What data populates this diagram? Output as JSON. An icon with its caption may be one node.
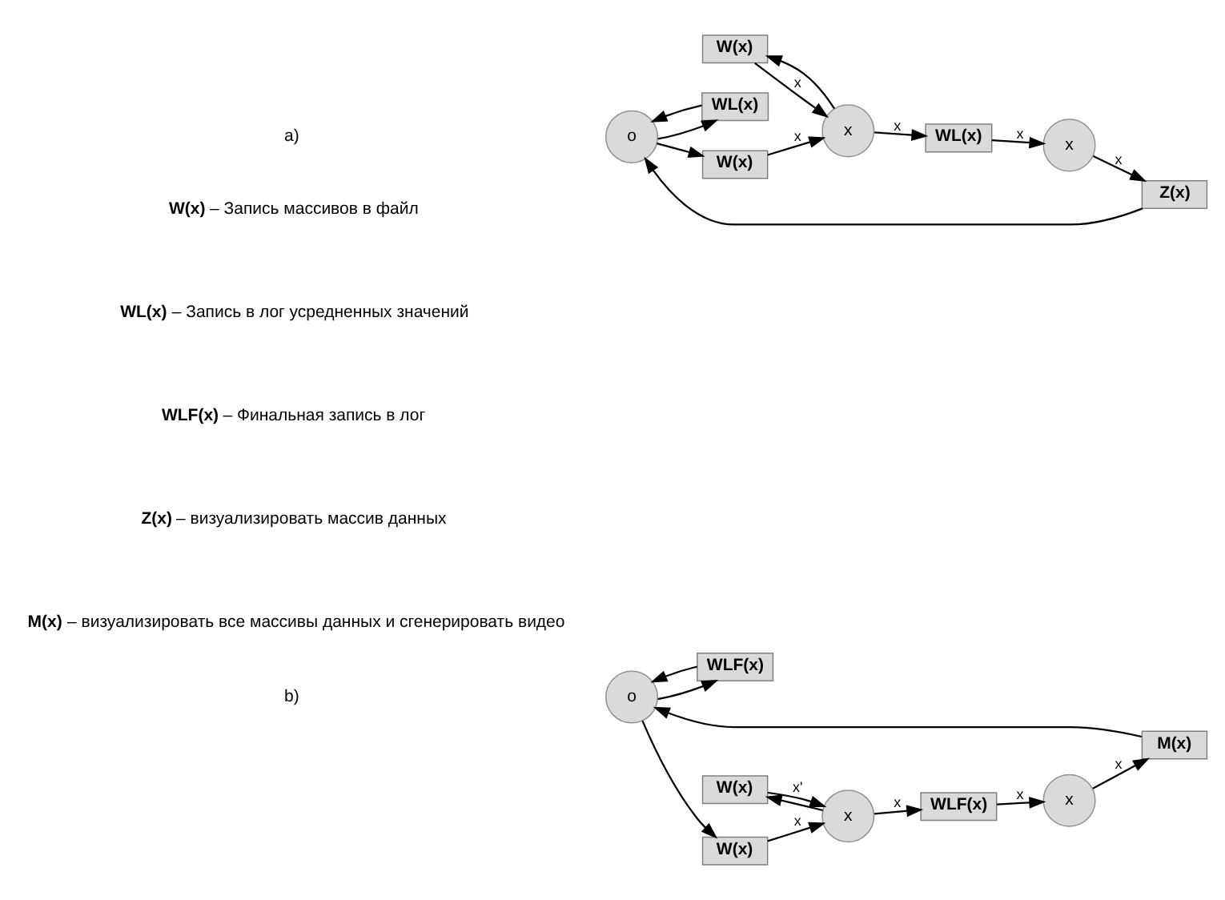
{
  "diagram": {
    "nodes": [
      {
        "text": [
          "o"
        ]
      },
      {
        "text": [
          "WL(x)"
        ]
      },
      {
        "text": [
          "W(x)"
        ]
      },
      {
        "text": [
          "W(x)"
        ]
      },
      {
        "text": [
          "x"
        ]
      },
      {
        "text": [
          "WL(x)"
        ]
      },
      {
        "text": [
          "x"
        ]
      },
      {
        "text": [
          "Z(x)"
        ]
      },
      {
        "text": [
          "o"
        ]
      },
      {
        "text": [
          "WLF(x)"
        ]
      },
      {
        "text": [
          "W(x)"
        ]
      },
      {
        "text": [
          "W(x)"
        ]
      },
      {
        "text": [
          "x"
        ]
      },
      {
        "text": [
          "WLF(x)"
        ]
      },
      {
        "text": [
          "x"
        ]
      },
      {
        "text": [
          "M(x)"
        ]
      }
    ],
    "edges": [
      {
        "from": 1,
        "to": 0,
        "arrow": "to"
      },
      {
        "from": 0,
        "to": 1,
        "arrow": "to"
      },
      {
        "from": 0,
        "to": 3,
        "arrow": "to"
      },
      {
        "from": 3,
        "to": 4,
        "arrow": "to",
        "label": "x"
      },
      {
        "from": 2,
        "to": 4,
        "arrow": "to",
        "label": "x"
      },
      {
        "from": 4,
        "to": 2,
        "arrow": "to"
      },
      {
        "from": 4,
        "to": 5,
        "arrow": "to",
        "label": "x"
      },
      {
        "from": 5,
        "to": 6,
        "arrow": "to",
        "label": "x"
      },
      {
        "from": 6,
        "to": 7,
        "arrow": "to",
        "label": "x"
      },
      {
        "from": 7,
        "to": 0,
        "arrow": "to"
      },
      {
        "from": 9,
        "to": 8,
        "arrow": "to"
      },
      {
        "from": 8,
        "to": 9,
        "arrow": "to"
      },
      {
        "from": 8,
        "to": 11,
        "arrow": "to"
      },
      {
        "from": 11,
        "to": 12,
        "arrow": "to",
        "label": "x"
      },
      {
        "from": 10,
        "to": 12,
        "arrow": "to",
        "label": "x'"
      },
      {
        "from": 12,
        "to": 10,
        "arrow": "to"
      },
      {
        "from": 12,
        "to": 13,
        "arrow": "to",
        "label": "x"
      },
      {
        "from": 13,
        "to": 14,
        "arrow": "to",
        "label": "x"
      },
      {
        "from": 14,
        "to": 15,
        "arrow": "to",
        "label": "x"
      },
      {
        "from": 15,
        "to": 8,
        "arrow": "to"
      }
    ],
    "labels": [
      "a)",
      "**W(x)** – Запись массивов в файл",
      "**WL(x)** – Запись в лог усредненных значений",
      "**WLF(x)** – Финальная запись в лог",
      "b)",
      "**Z(x)** – визуализировать массив данных",
      "**M(x)** – визуализировать все массивы данных и сгенерировать видео"
    ]
  }
}
